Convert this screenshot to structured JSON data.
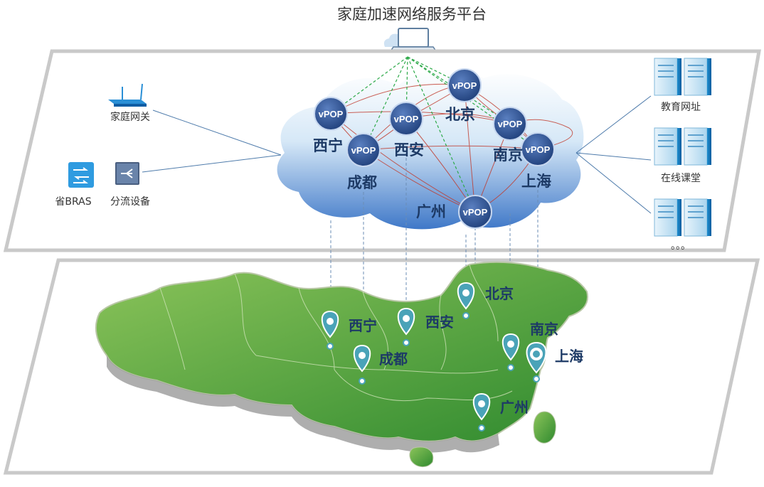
{
  "title": "家庭加速网络服务平台",
  "left_devices": {
    "home_gateway": "家庭网关",
    "provincial_bras": "省BRAS",
    "offload_device": "分流设备"
  },
  "right_servers": {
    "education_sites": "教育网址",
    "online_classroom": "在线课堂",
    "more": "。。。"
  },
  "vpop_label": "vPOP",
  "cloud_cities": {
    "xining": "西宁",
    "chengdu": "成都",
    "xian": "西安",
    "beijing": "北京",
    "nanjing": "南京",
    "shanghai": "上海",
    "guangzhou": "广州"
  },
  "map_cities": {
    "beijing": "北京",
    "xining": "西宁",
    "xian": "西安",
    "nanjing": "南京",
    "chengdu": "成都",
    "shanghai": "上海",
    "guangzhou": "广州"
  },
  "colors": {
    "vpop_fill": "#2b4d8c",
    "mesh_line": "#c0392b",
    "control_line": "#2eaa4a",
    "pin": "#4aa3b8",
    "map_green": "#5fa83a",
    "city_text": "#1d3a66"
  }
}
